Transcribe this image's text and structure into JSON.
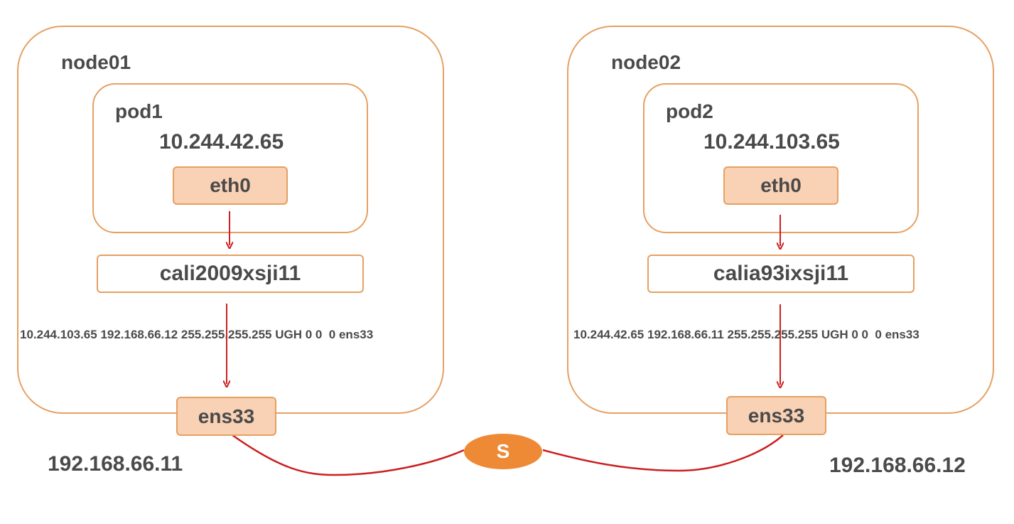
{
  "left": {
    "node_name": "node01",
    "pod_name": "pod1",
    "pod_ip": "10.244.42.65",
    "pod_iface": "eth0",
    "veth": "cali2009xsji11",
    "route": "10.244.103.65 192.168.66.12 255.255.255.255 UGH 0 0  0 ens33",
    "host_iface": "ens33",
    "host_ip": "192.168.66.11"
  },
  "right": {
    "node_name": "node02",
    "pod_name": "pod2",
    "pod_ip": "10.244.103.65",
    "pod_iface": "eth0",
    "veth": "calia93ixsji11",
    "route": "10.244.42.65 192.168.66.11 255.255.255.255 UGH 0 0  0 ens33",
    "host_iface": "ens33",
    "host_ip": "192.168.66.12"
  },
  "switch_label": "S",
  "colors": {
    "border": "#e6a062",
    "nic_fill": "#f9d1b4",
    "switch_fill": "#ee8a35",
    "arrow": "#cc1f1f",
    "text": "#4a4a4a"
  }
}
